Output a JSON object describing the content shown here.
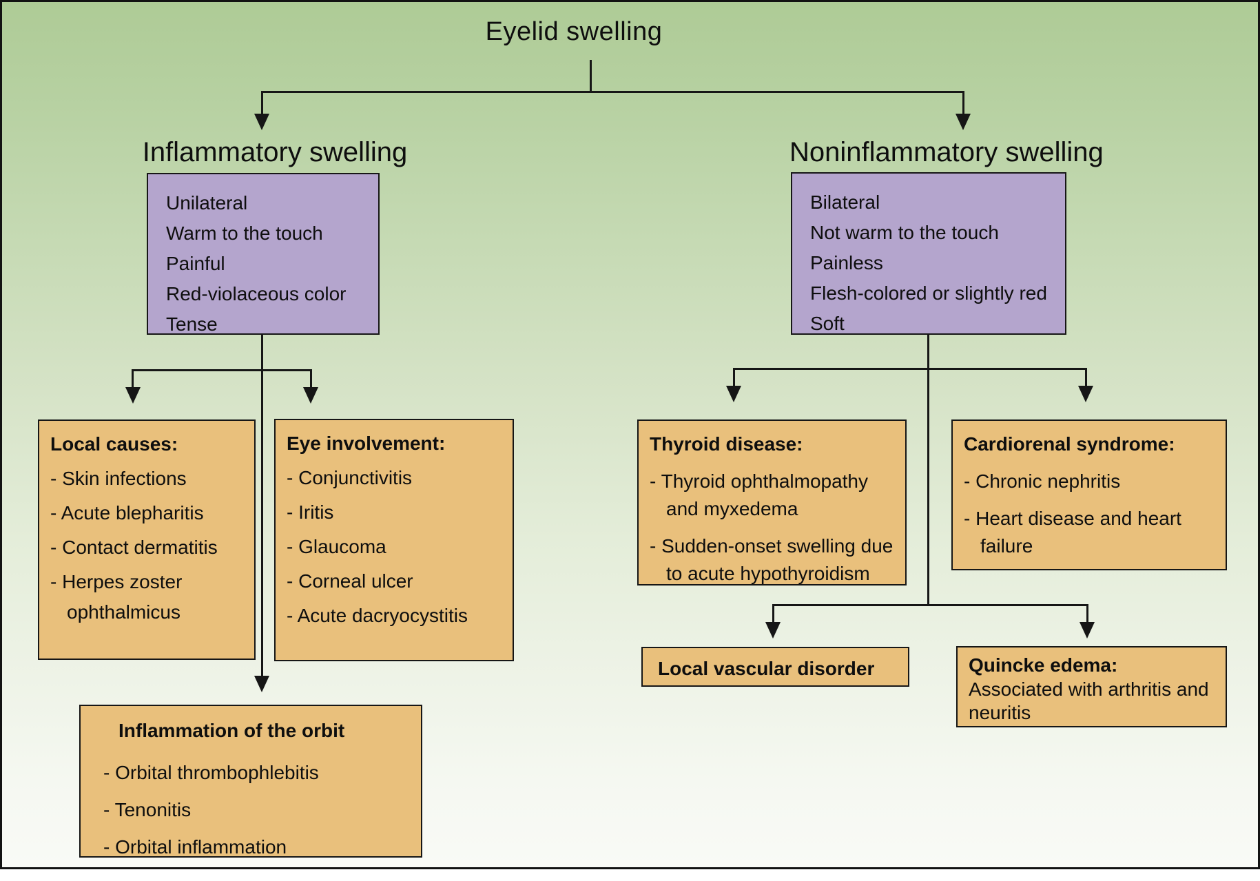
{
  "title": "Eyelid swelling",
  "branches": {
    "inflammatory": {
      "heading": "Inflammatory swelling",
      "characteristics": [
        "Unilateral",
        "Warm to the touch",
        "Painful",
        "Red-violaceous color",
        "Tense"
      ],
      "children": {
        "local_causes": {
          "title": "Local causes:",
          "items": [
            "Skin infections",
            "Acute blepharitis",
            "Contact dermatitis",
            "Herpes zoster ophthalmicus"
          ]
        },
        "eye_involvement": {
          "title": "Eye involvement:",
          "items": [
            "Conjunctivitis",
            "Iritis",
            "Glaucoma",
            "Corneal ulcer",
            "Acute dacryocystitis"
          ]
        },
        "orbit_inflammation": {
          "title": "Inflammation of the orbit",
          "items": [
            "Orbital thrombophlebitis",
            "Tenonitis",
            "Orbital inflammation"
          ]
        }
      }
    },
    "noninflammatory": {
      "heading": "Noninflammatory swelling",
      "characteristics": [
        "Bilateral",
        "Not warm to the touch",
        "Painless",
        "Flesh-colored or slightly red",
        "Soft"
      ],
      "children": {
        "thyroid_disease": {
          "title": "Thyroid disease:",
          "items": [
            "Thyroid ophthalmopathy and myxedema",
            "Sudden-onset swelling due to acute hypothyroidism"
          ]
        },
        "cardiorenal_syndrome": {
          "title": "Cardiorenal syndrome:",
          "items": [
            "Chronic nephritis",
            "Heart disease and heart failure"
          ]
        },
        "local_vascular": {
          "title": "Local vascular disorder"
        },
        "quincke_edema": {
          "title": "Quincke edema:",
          "description": "Associated with arthritis and neuritis"
        }
      }
    }
  },
  "colors": {
    "background_top_green": "#aecb96",
    "background_bottom": "#f9faf6",
    "characteristics_box_purple": "#b4a5cd",
    "cause_box_orange": "#e9c07c",
    "line_black": "#161616"
  }
}
